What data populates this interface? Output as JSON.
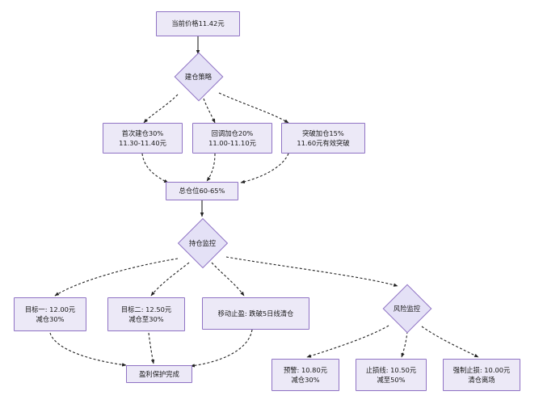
{
  "diagram": {
    "type": "flowchart",
    "title_node": "当前价格11.42元",
    "theme": {
      "node_fill": "#ece9f7",
      "node_border": "#8f72c4",
      "diamond_fill": "#e4e1f6",
      "edge_color": "#222222",
      "background": "#ffffff",
      "text_color": "#1a1a1a"
    },
    "nodes": {
      "current_price": {
        "label": "当前价格11.42元"
      },
      "entry_strategy": {
        "label": "建仓策略"
      },
      "first_entry": {
        "line1": "首次建仓30%",
        "line2": "11.30-11.40元"
      },
      "pullback_add": {
        "line1": "回调加仓20%",
        "line2": "11.00-11.10元"
      },
      "breakout_add": {
        "line1": "突破加仓15%",
        "line2": "11.60元有效突破"
      },
      "total_position": {
        "label": "总仓位60-65%"
      },
      "holding_monitor": {
        "label": "持仓监控"
      },
      "target_one": {
        "line1": "目标一: 12.00元",
        "line2": "减仓30%"
      },
      "target_two": {
        "line1": "目标二: 12.50元",
        "line2": "减仓至30%"
      },
      "trailing_stop": {
        "label": "移动止盈: 跌破5日线清仓"
      },
      "risk_monitor": {
        "label": "风险监控"
      },
      "profit_protected": {
        "label": "盈利保护完成"
      },
      "warning_level": {
        "line1": "预警: 10.80元",
        "line2": "减仓30%"
      },
      "stop_loss_line": {
        "line1": "止损线: 10.50元",
        "line2": "减至50%"
      },
      "forced_stop": {
        "line1": "强制止损: 10.00元",
        "line2": "清仓离场"
      }
    },
    "edges": [
      {
        "from": "current_price",
        "to": "entry_strategy"
      },
      {
        "from": "entry_strategy",
        "to": "first_entry"
      },
      {
        "from": "entry_strategy",
        "to": "pullback_add"
      },
      {
        "from": "entry_strategy",
        "to": "breakout_add"
      },
      {
        "from": "first_entry",
        "to": "total_position"
      },
      {
        "from": "pullback_add",
        "to": "total_position"
      },
      {
        "from": "breakout_add",
        "to": "total_position"
      },
      {
        "from": "total_position",
        "to": "holding_monitor"
      },
      {
        "from": "holding_monitor",
        "to": "target_one"
      },
      {
        "from": "holding_monitor",
        "to": "target_two"
      },
      {
        "from": "holding_monitor",
        "to": "trailing_stop"
      },
      {
        "from": "holding_monitor",
        "to": "risk_monitor"
      },
      {
        "from": "target_one",
        "to": "profit_protected"
      },
      {
        "from": "target_two",
        "to": "profit_protected"
      },
      {
        "from": "trailing_stop",
        "to": "profit_protected"
      },
      {
        "from": "risk_monitor",
        "to": "warning_level"
      },
      {
        "from": "risk_monitor",
        "to": "stop_loss_line"
      },
      {
        "from": "risk_monitor",
        "to": "forced_stop"
      }
    ]
  }
}
